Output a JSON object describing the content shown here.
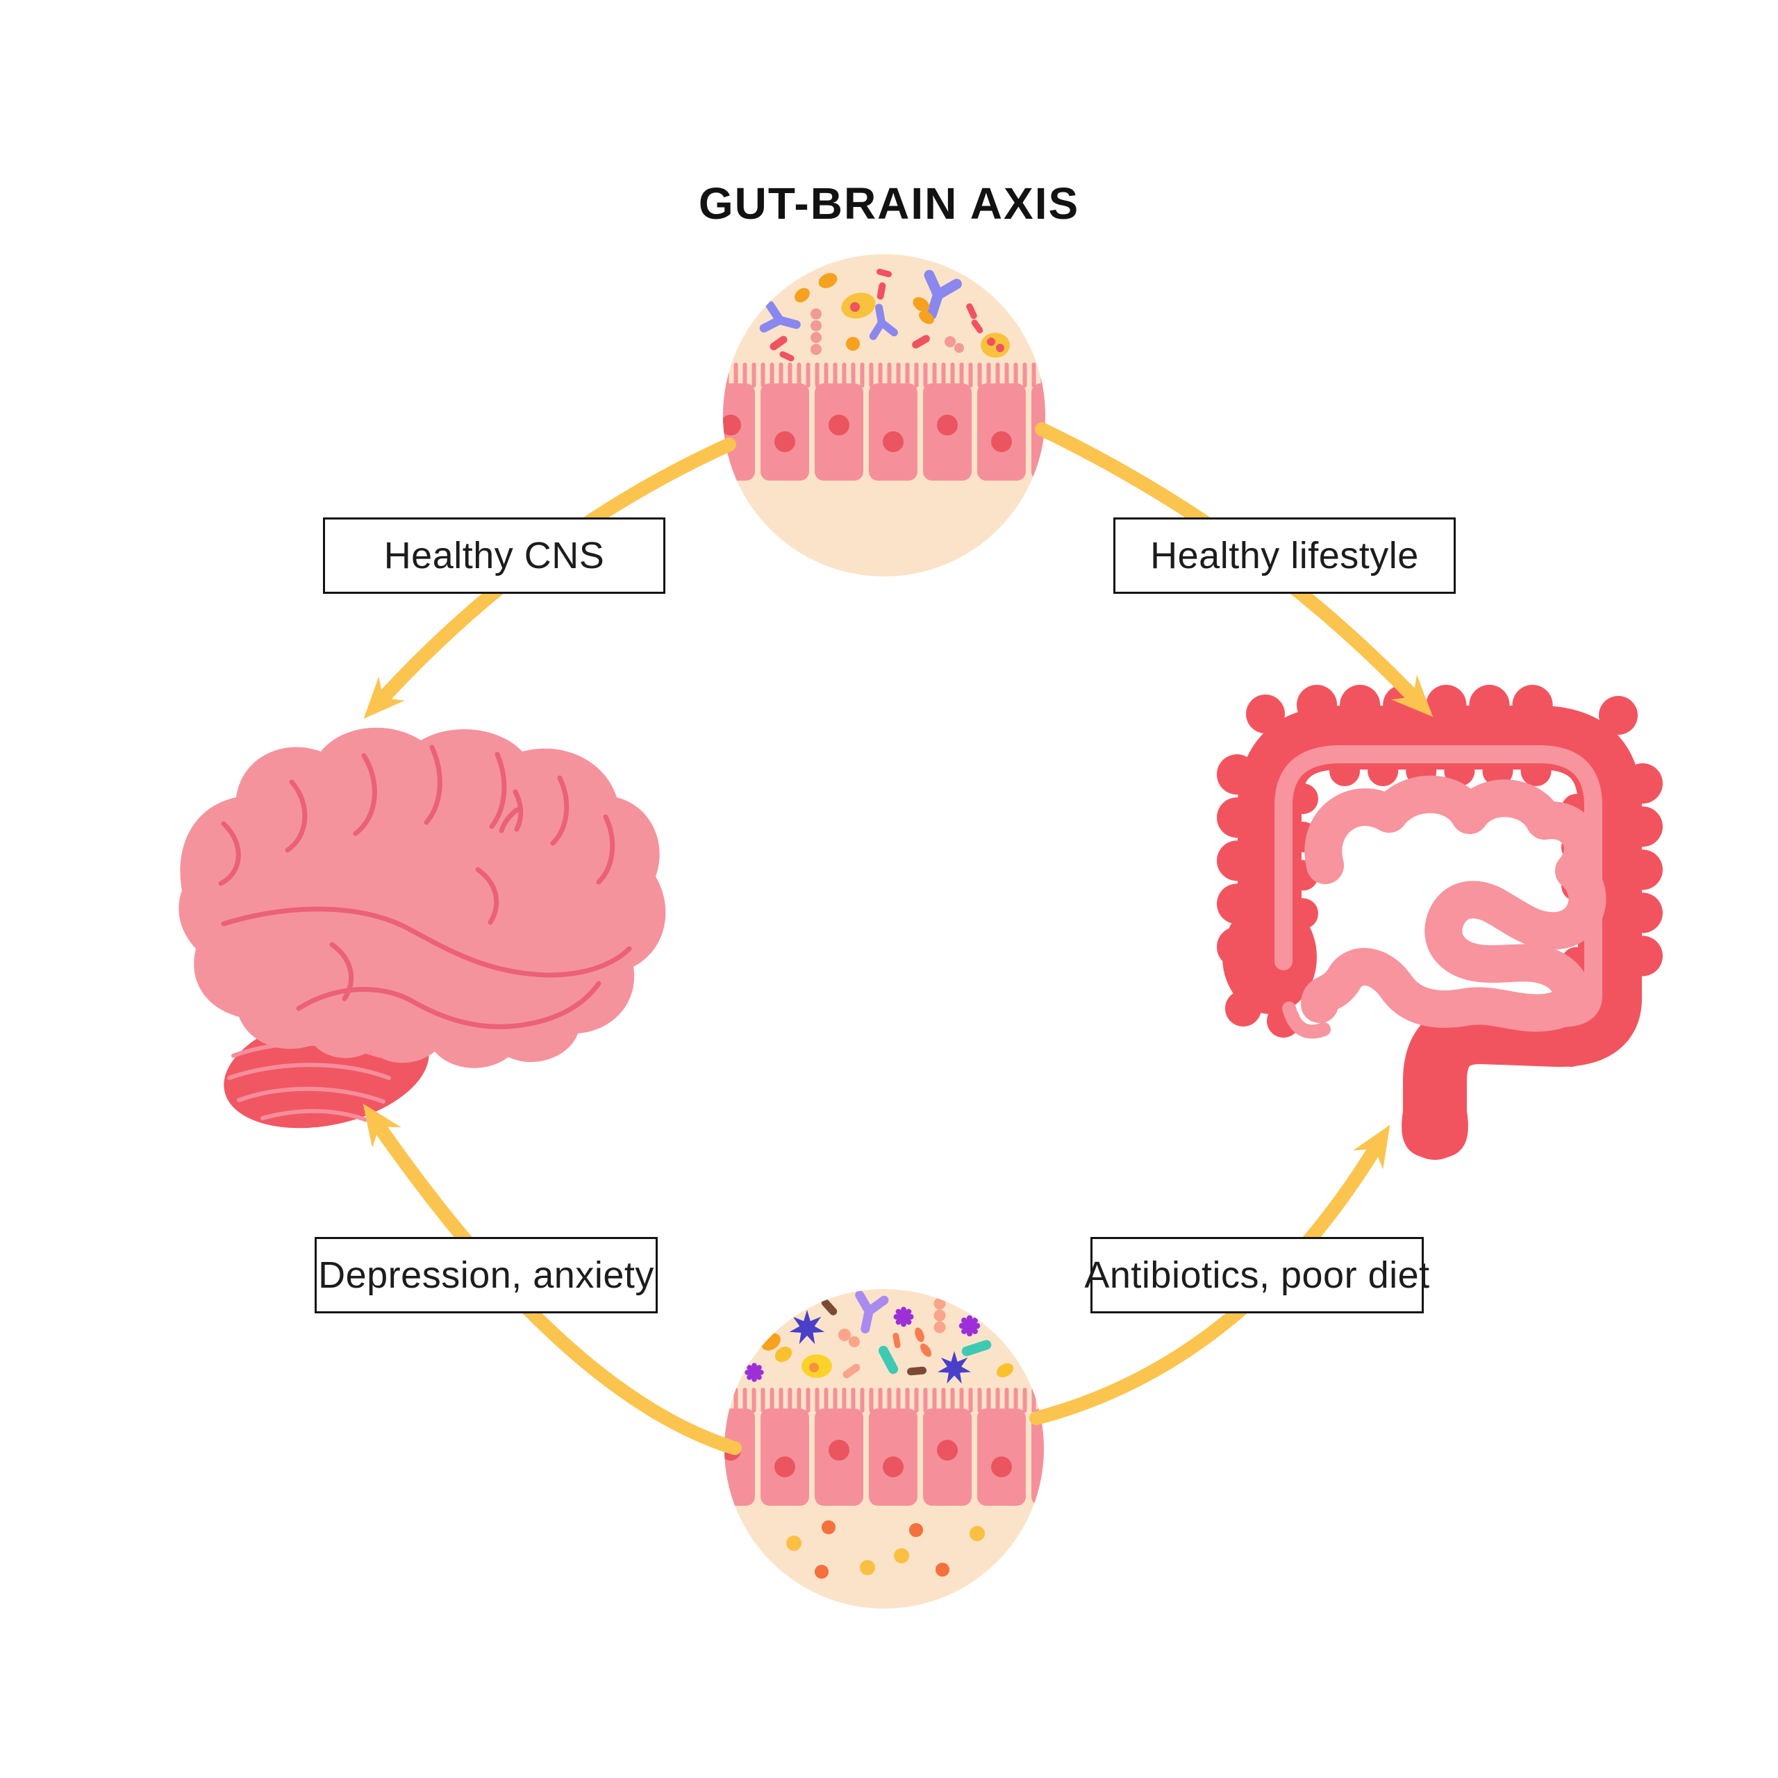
{
  "title": "GUT-BRAIN AXIS",
  "labels": {
    "healthy_cns": "Healthy CNS",
    "healthy_lifestyle": "Healthy lifestyle",
    "depression_anxiety": "Depression, anxiety",
    "antibiotics_poor_diet": "Antibiotics, poor diet"
  },
  "cycle": {
    "nodes": [
      {
        "id": "gut-lining-healthy",
        "icon": "intestinal-epithelium-healthy-microbiome-icon",
        "position": "top"
      },
      {
        "id": "intestine",
        "icon": "intestine-icon",
        "position": "right"
      },
      {
        "id": "gut-lining-dysbiosis",
        "icon": "intestinal-epithelium-dysbiosis-icon",
        "position": "bottom"
      },
      {
        "id": "brain",
        "icon": "brain-icon",
        "position": "left"
      }
    ],
    "edges": [
      {
        "from": "gut-lining-healthy",
        "to": "brain",
        "label": "Healthy CNS"
      },
      {
        "from": "gut-lining-healthy",
        "to": "intestine",
        "label": "Healthy lifestyle"
      },
      {
        "from": "gut-lining-dysbiosis",
        "to": "brain",
        "label": "Depression, anxiety"
      },
      {
        "from": "gut-lining-dysbiosis",
        "to": "intestine",
        "label": "Antibiotics, poor diet"
      }
    ]
  },
  "palette": {
    "background": "#ffffff",
    "text": "#121212",
    "box_border": "#141414",
    "arrow_yellow": "#FAC44F",
    "circle_cream": "#FBE3C9",
    "epithelium_pink": "#F5909A",
    "nucleus_red": "#EA5560",
    "brain_pink": "#F5939D",
    "brain_sulci": "#EB6176",
    "cerebellum_red": "#F15763",
    "cerebellum_stripe": "#F58E9B",
    "intestine_red": "#F2545F",
    "intestine_light_pink": "#F7949E",
    "microbe_purple": "#8A87EE",
    "microbe_lavender": "#A98BEF",
    "microbe_orange": "#F6A21F",
    "microbe_yellow": "#F9C23C",
    "microbe_red_rod": "#F0525F",
    "microbe_pink_coccus": "#F29A94",
    "microbe_star_indigo": "#4A3FC8",
    "microbe_gear_violet": "#9C2FD8",
    "microbe_brown": "#7B4A33",
    "microbe_teal": "#3DC9B4",
    "microbe_salmon": "#F9A58B",
    "dot_orange": "#F4703C",
    "dot_yellow": "#FBBF42"
  }
}
